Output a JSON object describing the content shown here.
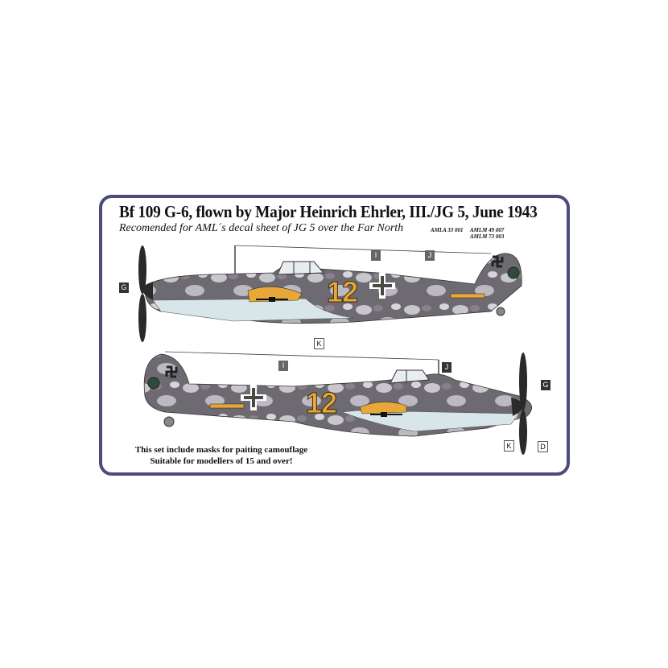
{
  "header": {
    "title": "Bf 109 G-6, flown by Major  Heinrich Ehrler, III./JG 5, June 1943",
    "subtitle": "Recomended for AML´s decal sheet  of  JG 5 over the Far North",
    "codes": [
      "AMLA 33 001",
      "AMLM 49 007",
      "AMLM 73 003"
    ]
  },
  "top_profile": {
    "side": "port",
    "aircraft_number": "12",
    "labels": [
      "G",
      "I",
      "J",
      "K"
    ]
  },
  "bottom_profile": {
    "side": "starboard",
    "aircraft_number": "12",
    "labels": [
      "I",
      "J",
      "G",
      "K",
      "D"
    ]
  },
  "footer": {
    "line1": "This set include  masks for paiting  camouflage",
    "line2": "Suitable for modellers of 15 and over!"
  },
  "colors": {
    "frame": "#4b4b7c",
    "camo_grey": "#6e6a72",
    "camo_light": "#c9c6cc",
    "underside": "#d8e6ea",
    "yellow": "#e8a838",
    "black": "#2a2a2a"
  }
}
